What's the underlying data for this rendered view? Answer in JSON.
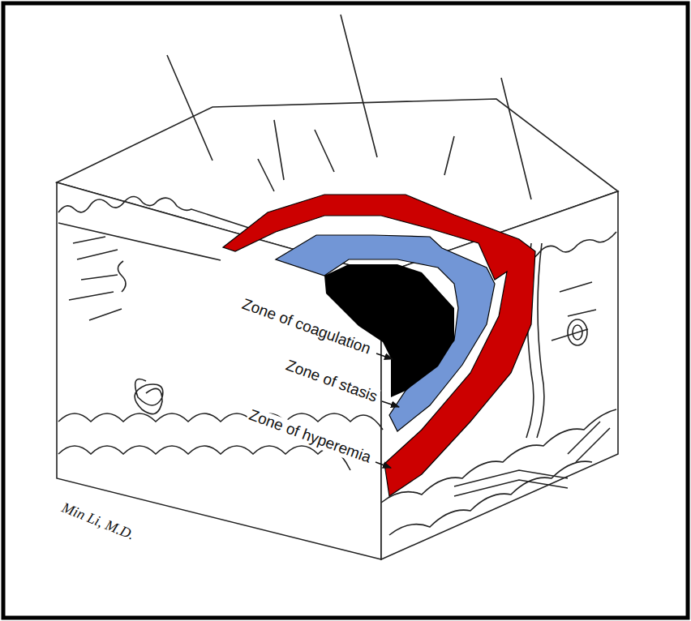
{
  "diagram": {
    "labels": [
      "Zone of coagulation",
      "Zone of stasis",
      "Zone of hyperemia",
      "Min Li, M.D."
    ]
  }
}
